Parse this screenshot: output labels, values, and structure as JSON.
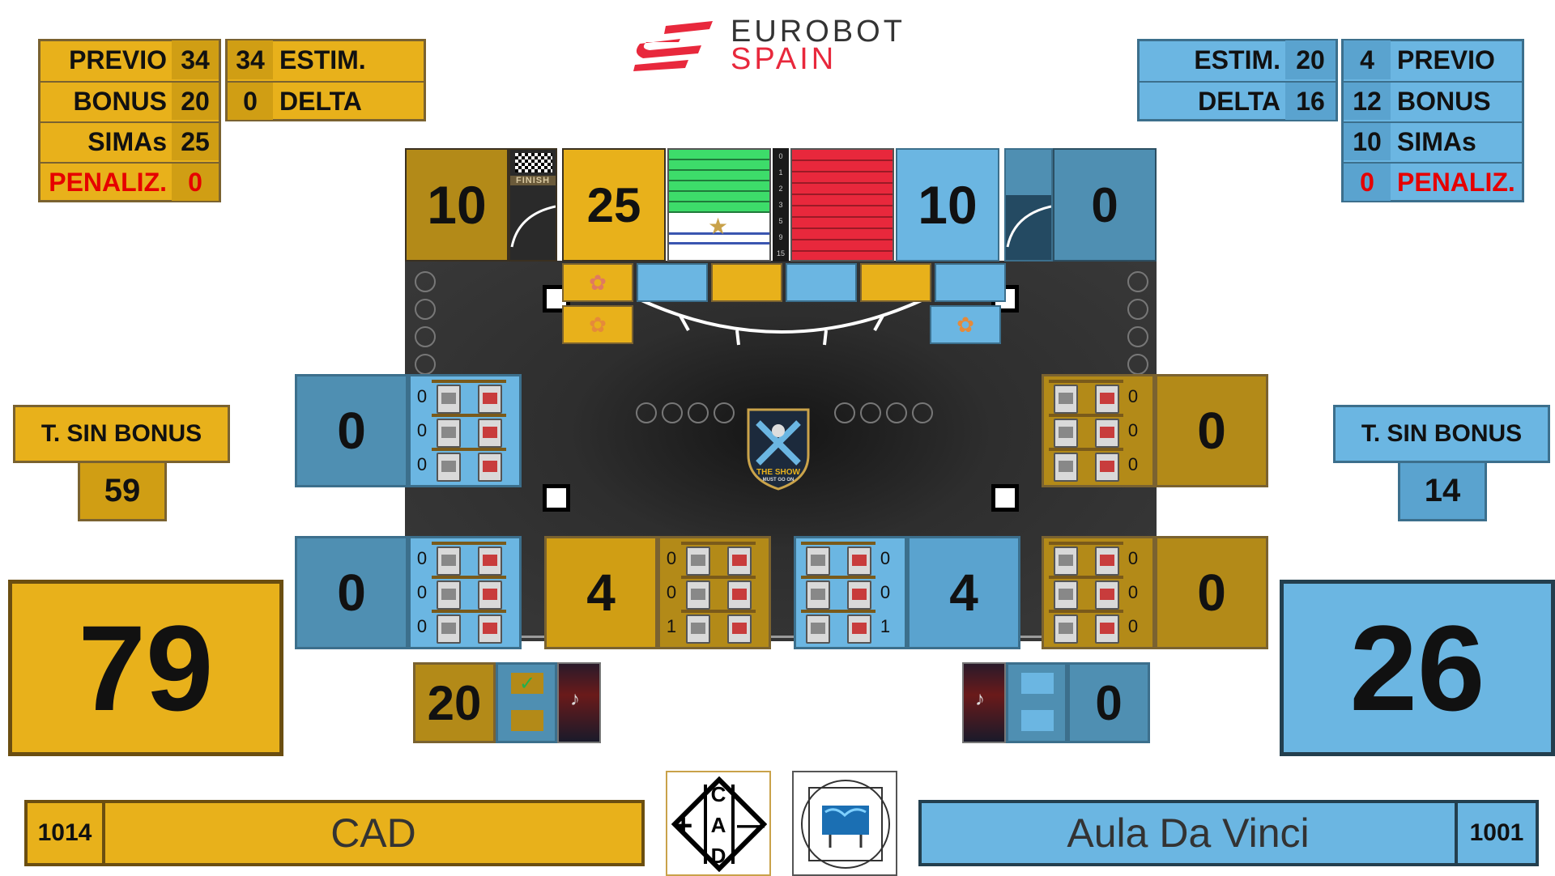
{
  "logo": {
    "line1": "EUROBOT",
    "line2": "SPAIN"
  },
  "left_stats": {
    "previo_label": "PREVIO",
    "previo": "34",
    "estim": "34",
    "estim_label": "ESTIM.",
    "bonus_label": "BONUS",
    "bonus": "20",
    "delta": "0",
    "delta_label": "DELTA",
    "simas_label": "SIMAs",
    "simas": "25",
    "penaliz_label": "PENALIZ.",
    "penaliz": "0"
  },
  "right_stats": {
    "estim_label": "ESTIM.",
    "estim": "20",
    "previo": "4",
    "previo_label": "PREVIO",
    "delta_label": "DELTA",
    "delta": "16",
    "bonus": "12",
    "bonus_label": "BONUS",
    "simas": "10",
    "simas_label": "SIMAs",
    "penaliz": "0",
    "penaliz_label": "PENALIZ."
  },
  "top_scores": {
    "left_finish": "10",
    "left_simas": "25",
    "right_simas": "10",
    "right_finish": "0",
    "finish_label": "FINISH"
  },
  "thermo_scale": [
    "0",
    "1",
    "2",
    "3",
    "5",
    "9",
    "15"
  ],
  "zones": {
    "left_upper": "0",
    "right_upper": "0",
    "left_lower": "0",
    "right_lower": "0",
    "mid_left": "4",
    "mid_right": "4"
  },
  "shelves": {
    "left_upper": [
      "0",
      "0",
      "0"
    ],
    "right_upper": [
      "0",
      "0",
      "0"
    ],
    "left_lower": [
      "0",
      "0",
      "0"
    ],
    "mid_left": [
      "0",
      "0",
      "1"
    ],
    "mid_right": [
      "0",
      "0",
      "1"
    ],
    "right_lower": [
      "0",
      "0",
      "0"
    ]
  },
  "sin_bonus": {
    "label": "T. SIN BONUS",
    "left": "59",
    "right": "14"
  },
  "totals": {
    "left": "79",
    "right": "26"
  },
  "show_banner": {
    "text": "THE SHOW",
    "sub": "MUST GO ON"
  },
  "banner_scores": {
    "left": "20",
    "right": "0",
    "check": "✓"
  },
  "teams": {
    "left_num": "1014",
    "left_name": "CAD",
    "right_name": "Aula Da Vinci",
    "right_num": "1001"
  },
  "cad_logo": {
    "c": "C",
    "a": "A",
    "d": "D",
    "plus": "+",
    "minus": "—"
  },
  "colors": {
    "yellow": "#e8b11b",
    "blue": "#6bb6e2",
    "red": "#e60000",
    "green": "#3ddc6a",
    "thermo_red": "#e8283c"
  }
}
